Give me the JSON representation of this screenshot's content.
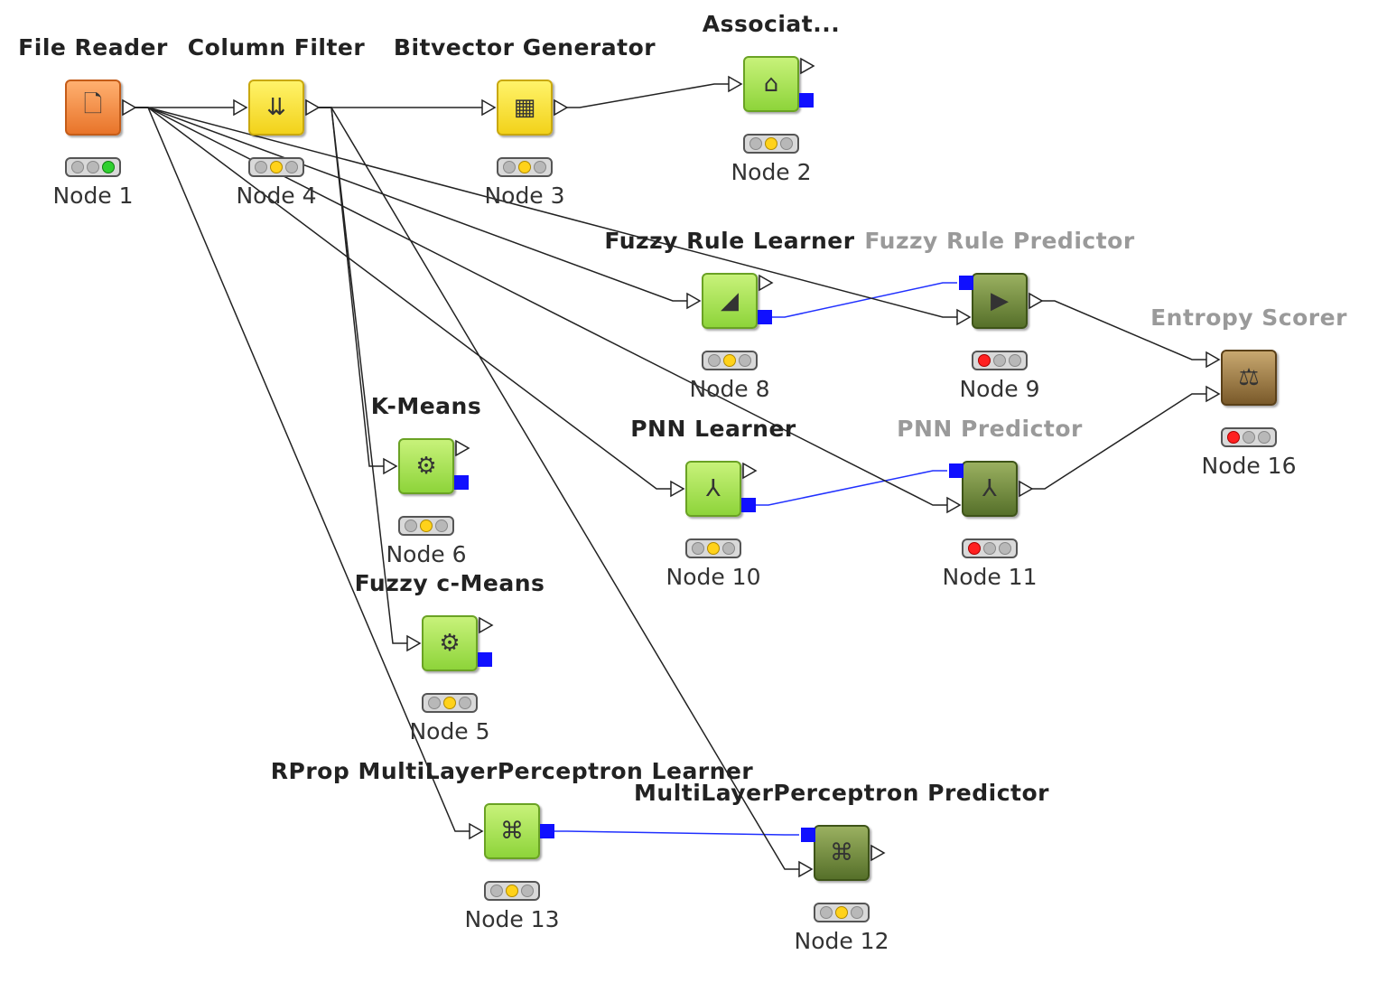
{
  "workflow": {
    "nodes": [
      {
        "id": "n1",
        "title": "File Reader",
        "label": "Node 1",
        "type": "orange",
        "status": "green",
        "dim": false,
        "icon": "file-reader-icon",
        "in": [],
        "out": [
          "data"
        ]
      },
      {
        "id": "n4",
        "title": "Column Filter",
        "label": "Node 4",
        "type": "yellow",
        "status": "yellow",
        "dim": false,
        "icon": "column-filter-icon",
        "in": [
          "data"
        ],
        "out": [
          "data"
        ]
      },
      {
        "id": "n3",
        "title": "Bitvector Generator",
        "label": "Node 3",
        "type": "yellow",
        "status": "yellow",
        "dim": false,
        "icon": "bitvector-icon",
        "in": [
          "data"
        ],
        "out": [
          "data"
        ]
      },
      {
        "id": "n2",
        "title": "Associat...",
        "label": "Node 2",
        "type": "lime",
        "status": "yellow",
        "dim": false,
        "icon": "basket-icon",
        "in": [
          "data"
        ],
        "out": [
          "data",
          "model"
        ]
      },
      {
        "id": "n8",
        "title": "Fuzzy Rule Learner",
        "label": "Node 8",
        "type": "lime",
        "status": "yellow",
        "dim": false,
        "icon": "fuzzy-rule-learner-icon",
        "in": [
          "data"
        ],
        "out": [
          "data",
          "model"
        ]
      },
      {
        "id": "n9",
        "title": "Fuzzy Rule Predictor",
        "label": "Node 9",
        "type": "olive",
        "status": "red",
        "dim": true,
        "icon": "fuzzy-rule-predictor-icon",
        "in": [
          "model",
          "data"
        ],
        "out": [
          "data"
        ]
      },
      {
        "id": "n16",
        "title": "Entropy Scorer",
        "label": "Node 16",
        "type": "brown",
        "status": "red",
        "dim": true,
        "icon": "entropy-scorer-icon",
        "in": [
          "data",
          "data"
        ],
        "out": []
      },
      {
        "id": "n6",
        "title": "K-Means",
        "label": "Node 6",
        "type": "lime",
        "status": "yellow",
        "dim": false,
        "icon": "cluster-icon",
        "in": [
          "data"
        ],
        "out": [
          "data",
          "model"
        ]
      },
      {
        "id": "n10",
        "title": "PNN Learner",
        "label": "Node 10",
        "type": "lime",
        "status": "yellow",
        "dim": false,
        "icon": "pnn-learner-icon",
        "in": [
          "data"
        ],
        "out": [
          "data",
          "model"
        ]
      },
      {
        "id": "n11",
        "title": "PNN Predictor",
        "label": "Node 11",
        "type": "olive",
        "status": "red",
        "dim": true,
        "icon": "pnn-predictor-icon",
        "in": [
          "model",
          "data"
        ],
        "out": [
          "data"
        ]
      },
      {
        "id": "n5",
        "title": "Fuzzy c-Means",
        "label": "Node 5",
        "type": "lime",
        "status": "yellow",
        "dim": false,
        "icon": "cluster-icon",
        "in": [
          "data"
        ],
        "out": [
          "data",
          "model"
        ]
      },
      {
        "id": "n13",
        "title": "RProp MultiLayerPerceptron Learner",
        "label": "Node 13",
        "type": "lime",
        "status": "yellow",
        "dim": false,
        "icon": "mlp-learner-icon",
        "in": [
          "data"
        ],
        "out": [
          "model"
        ]
      },
      {
        "id": "n12",
        "title": "MultiLayerPerceptron Predictor",
        "label": "Node 12",
        "type": "olive",
        "status": "yellow",
        "dim": false,
        "icon": "mlp-predictor-icon",
        "in": [
          "model",
          "data"
        ],
        "out": [
          "data"
        ]
      }
    ],
    "connections": [
      {
        "from": "n1",
        "to": "n4",
        "kind": "data"
      },
      {
        "from": "n4",
        "to": "n3",
        "kind": "data"
      },
      {
        "from": "n3",
        "to": "n2",
        "kind": "data"
      },
      {
        "from": "n1",
        "to": "n8",
        "kind": "data"
      },
      {
        "from": "n1",
        "to": "n9",
        "kind": "data"
      },
      {
        "from": "n1",
        "to": "n10",
        "kind": "data"
      },
      {
        "from": "n1",
        "to": "n11",
        "kind": "data"
      },
      {
        "from": "n1",
        "to": "n13",
        "kind": "data"
      },
      {
        "from": "n4",
        "to": "n6",
        "kind": "data"
      },
      {
        "from": "n4",
        "to": "n5",
        "kind": "data"
      },
      {
        "from": "n4",
        "to": "n12",
        "kind": "data"
      },
      {
        "from": "n8",
        "to": "n9",
        "kind": "model"
      },
      {
        "from": "n10",
        "to": "n11",
        "kind": "model"
      },
      {
        "from": "n13",
        "to": "n12",
        "kind": "model"
      },
      {
        "from": "n9",
        "to": "n16",
        "kind": "data"
      },
      {
        "from": "n11",
        "to": "n16",
        "kind": "data"
      }
    ]
  }
}
